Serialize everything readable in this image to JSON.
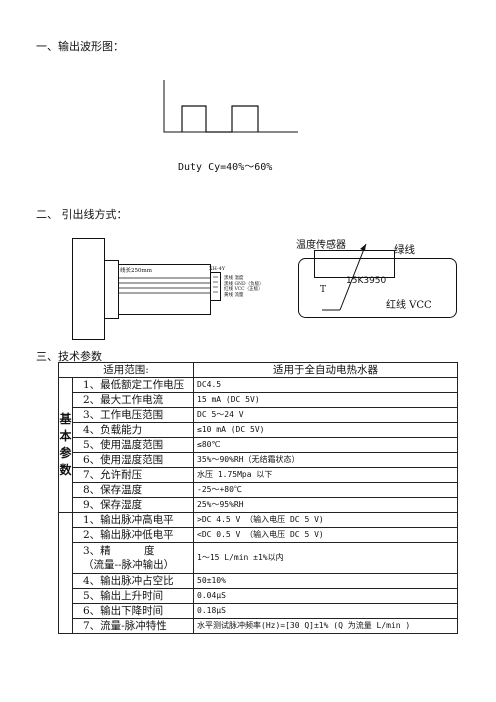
{
  "section1": {
    "title": "一、输出波形图："
  },
  "waveform": {
    "caption": "Duty Cy=40%～60%"
  },
  "section2": {
    "title": "二、  引出线方式："
  },
  "wiring_left": {
    "cable_length": "线长250mm",
    "connector_label": "XH-4Y",
    "wires": [
      {
        "color": "黑线",
        "function": "温度"
      },
      {
        "color": "黑线",
        "function": "GND（负极）"
      },
      {
        "color": "红线",
        "function": "VCC（正极）"
      },
      {
        "color": "黄线",
        "function": "流量"
      }
    ]
  },
  "wiring_right": {
    "sensor_label": "温度传感器",
    "green_wire": "绿线",
    "thermistor": "15K3950",
    "t_marker": "T",
    "red_wire": "红线 VCC"
  },
  "section3": {
    "title": "三、技术参数"
  },
  "spec_table": {
    "header": {
      "left": "适用范围:",
      "right": "适用于全自动电热水器"
    },
    "group_label": [
      "基",
      "本",
      "参",
      "数"
    ],
    "basic_rows": [
      {
        "label": "1、最低额定工作电压",
        "value": "DC4.5"
      },
      {
        "label": "2、最大工作电流",
        "value": "15  mA  (DC 5V)"
      },
      {
        "label": "3、工作电压范围",
        "value": "DC 5～24 V"
      },
      {
        "label": "4、负载能力",
        "value": "≤10 mA  (DC 5V)"
      },
      {
        "label": "5、使用温度范围",
        "value": "≤80℃"
      },
      {
        "label": "6、使用湿度范围",
        "value": "35%～90%RH（无结霜状态）"
      },
      {
        "label": "7、允许耐压",
        "value": "水压 1.75Mpa 以下"
      },
      {
        "label": "8、保存温度",
        "value": "-25～+80℃"
      },
      {
        "label": "9、保存湿度",
        "value": "25%～95%RH"
      }
    ],
    "output_rows": [
      {
        "label": "1、输出脉冲高电平",
        "value": ">DC 4.5 V （输入电压 DC 5 V)"
      },
      {
        "label": "2、输出脉冲低电平",
        "value": "<DC 0.5 V （输入电压 DC 5 V)"
      },
      {
        "label_a": "3、精          度",
        "label_b": "（流量--脉冲输出）",
        "value": "1～15 L/min ±1%以内"
      },
      {
        "label": "4、输出脉冲占空比",
        "value": "50±10%"
      },
      {
        "label": "5、输出上升时间",
        "value": "0.04μS"
      },
      {
        "label": "6、输出下降时间",
        "value": "0.18μS"
      },
      {
        "label": "7、流量-脉冲特性",
        "value": "水平测试脉冲频率(Hz)=[30 Q]±1% (Q 为流量 L/min )"
      }
    ]
  }
}
